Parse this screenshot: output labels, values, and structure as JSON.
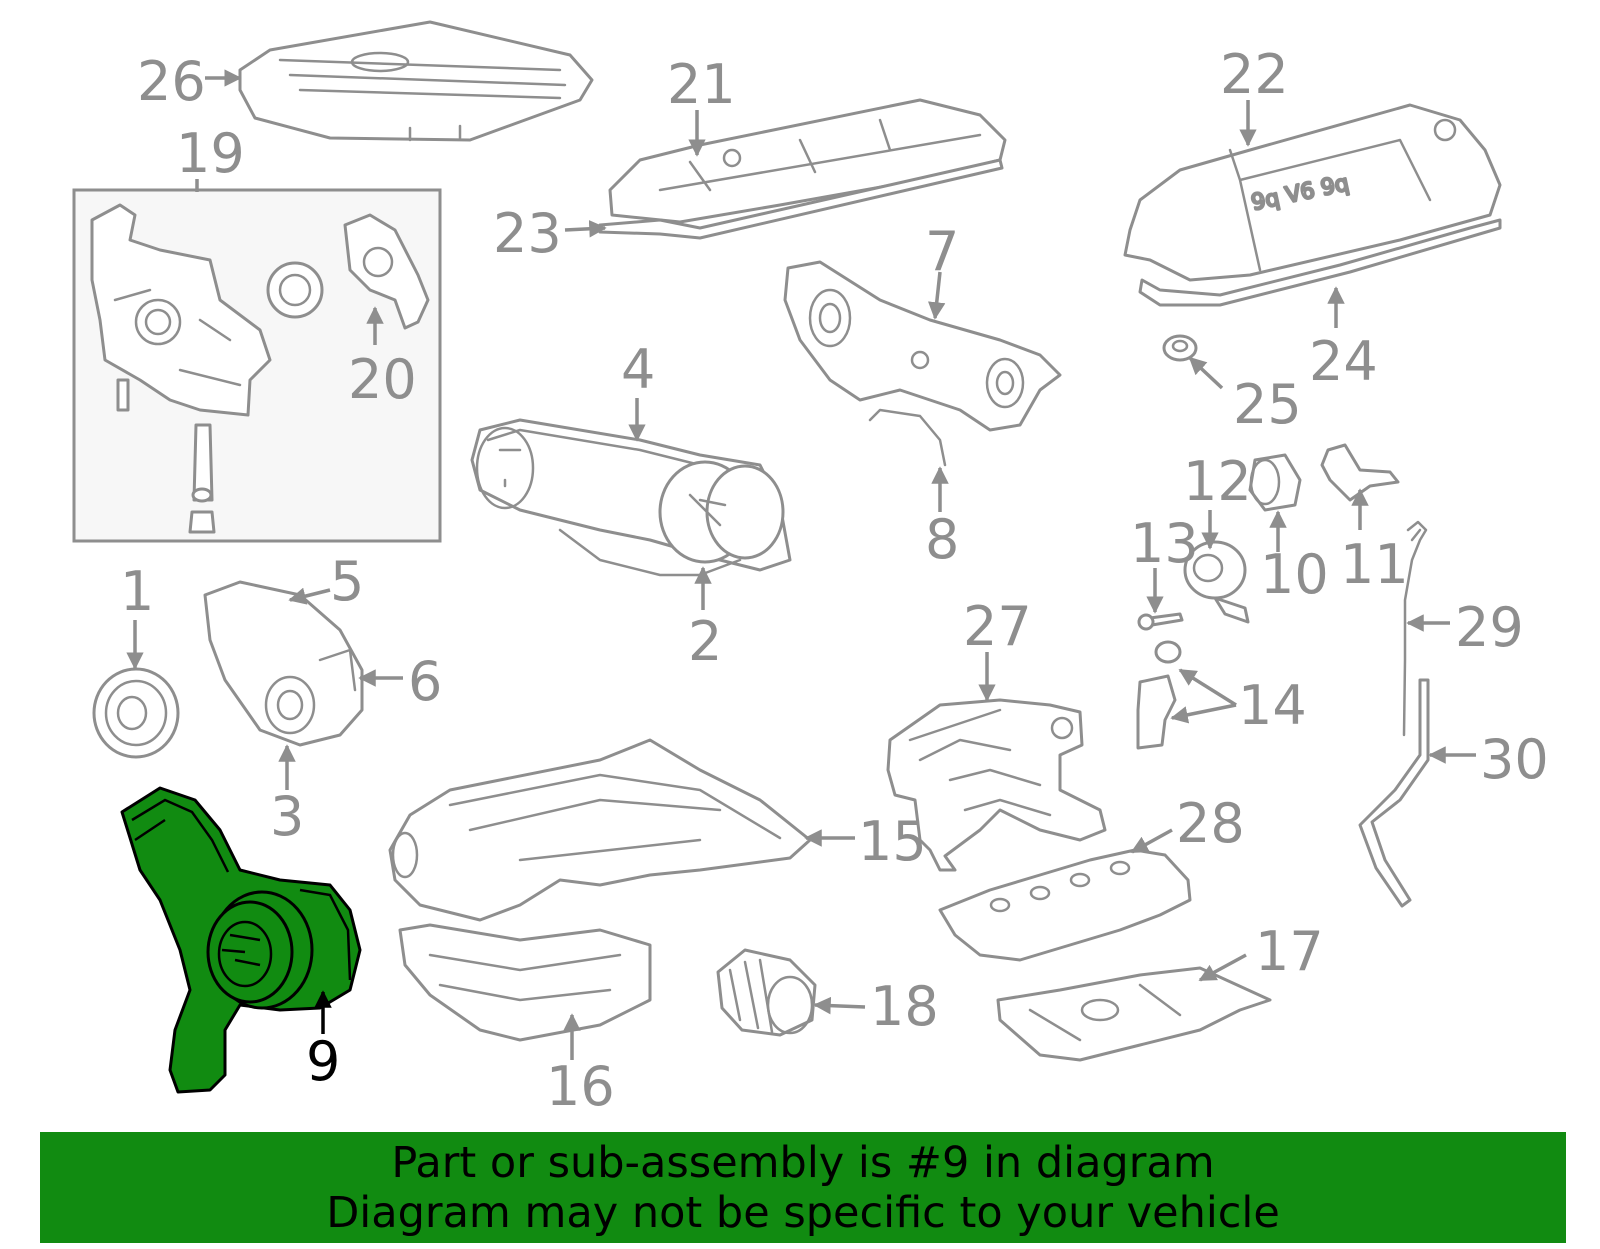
{
  "diagram": {
    "highlighted_part": "9",
    "highlight_color": "#118b11",
    "line_color": "#8e8e8e",
    "callouts": {
      "c1": "1",
      "c2": "2",
      "c3": "3",
      "c4": "4",
      "c5": "5",
      "c6": "6",
      "c7": "7",
      "c8": "8",
      "c9": "9",
      "c10": "10",
      "c11": "11",
      "c12": "12",
      "c13": "13",
      "c14": "14",
      "c15": "15",
      "c16": "16",
      "c17": "17",
      "c18": "18",
      "c19": "19",
      "c20": "20",
      "c21": "21",
      "c22": "22",
      "c23": "23",
      "c24": "24",
      "c25": "25",
      "c26": "26",
      "c27": "27",
      "c28": "28",
      "c29": "29",
      "c30": "30"
    }
  },
  "banner": {
    "line1": "Part or sub-assembly is #9 in diagram",
    "line2": "Diagram may not be specific to your vehicle"
  }
}
